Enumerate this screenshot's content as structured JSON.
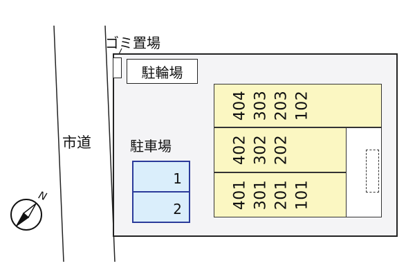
{
  "road": {
    "label": "市道"
  },
  "garbage": {
    "label": "ゴミ置場"
  },
  "bicycle_parking": {
    "label": "駐輪場"
  },
  "parking": {
    "label": "駐車場",
    "spaces": [
      "1",
      "2"
    ]
  },
  "building": {
    "rows": [
      {
        "units": [
          "404",
          "303",
          "203",
          "102"
        ]
      },
      {
        "units": [
          "402",
          "302",
          "202"
        ]
      },
      {
        "units": [
          "401",
          "301",
          "201",
          "101"
        ]
      }
    ]
  },
  "compass": {
    "north_label": "N",
    "icon": "north-arrow-icon"
  },
  "colors": {
    "lot": "#f4f4f6",
    "building": "#fbf7c2",
    "parking_fill": "#daeefb",
    "parking_border": "#2a3a9a"
  }
}
